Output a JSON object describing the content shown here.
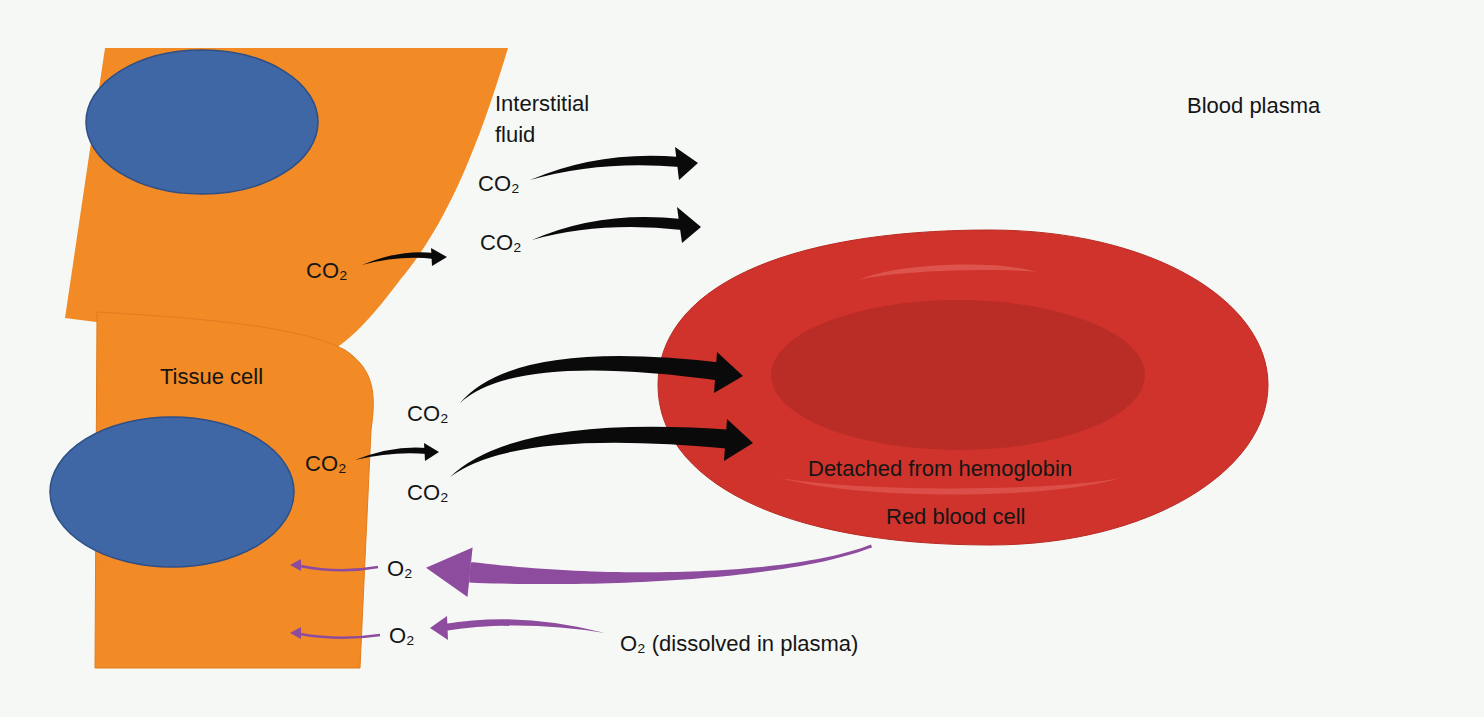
{
  "diagram": {
    "nodes": [
      {
        "text": [
          "CO₂"
        ]
      },
      {
        "text": [
          "Tissue cell",
          "CO₂",
          "O₂",
          "O₂"
        ]
      },
      {
        "text": [
          "Detached from hemoglobin",
          "Red blood cell"
        ]
      }
    ],
    "edges": [
      {
        "from": 2,
        "to": 1,
        "arrow": "to"
      }
    ],
    "labels": [
      "Interstitial fluid",
      "Blood plasma",
      "CO₂",
      "CO₂",
      "CO₂",
      "CO₂",
      "O₂ (dissolved in plasma)"
    ]
  }
}
